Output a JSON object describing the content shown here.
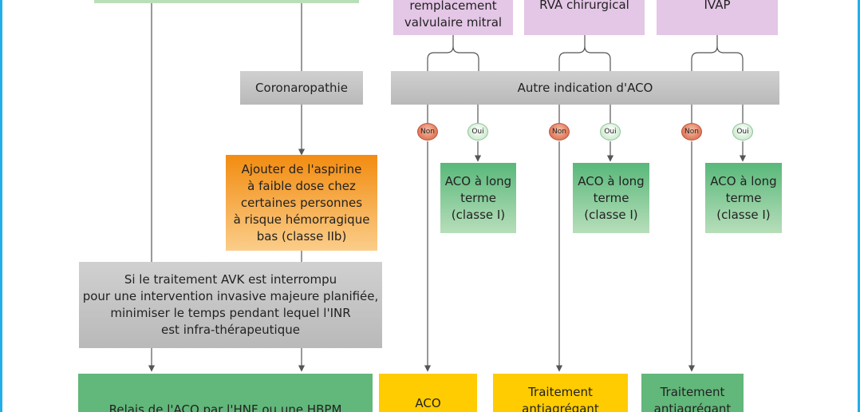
{
  "boxes": {
    "top_left": "",
    "remplacement": "remplacement\nvalvulaire mitral",
    "rva": "RVA chirurgical",
    "ivap": "IVAP",
    "coronaropathie": "Coronaropathie",
    "autre_indication": "Autre indication d'ACO",
    "aspirine": "Ajouter de l'aspirine\nà faible dose chez\ncertaines personnes\nà risque hémorragique\nbas (classe IIb)",
    "aco_long_1": "ACO à long\nterme\n(classe I)",
    "aco_long_2": "ACO à long\nterme\n(classe I)",
    "aco_long_3": "ACO à long\nterme\n(classe I)",
    "avk": "Si le traitement AVK est interrompu\npour une intervention invasive majeure planifiée,\nminimiser le temps pendant lequel l'INR\nest infra-thérapeutique",
    "relais": "Relais de l'ACO par l'HNF ou une HBPM",
    "aco_bottom": "ACO",
    "traitement_1": "Traitement\nantiagrégant",
    "traitement_2": "Traitement\nantiagrégant"
  },
  "badges": {
    "non": "Non",
    "oui": "Oui"
  },
  "colors": {
    "frame": "#22aee8",
    "grey": "#c4c4c4",
    "green": "#62b77a",
    "purple": "#e4c6e6",
    "orange": "#f28c10",
    "yellow": "#fecc00"
  }
}
